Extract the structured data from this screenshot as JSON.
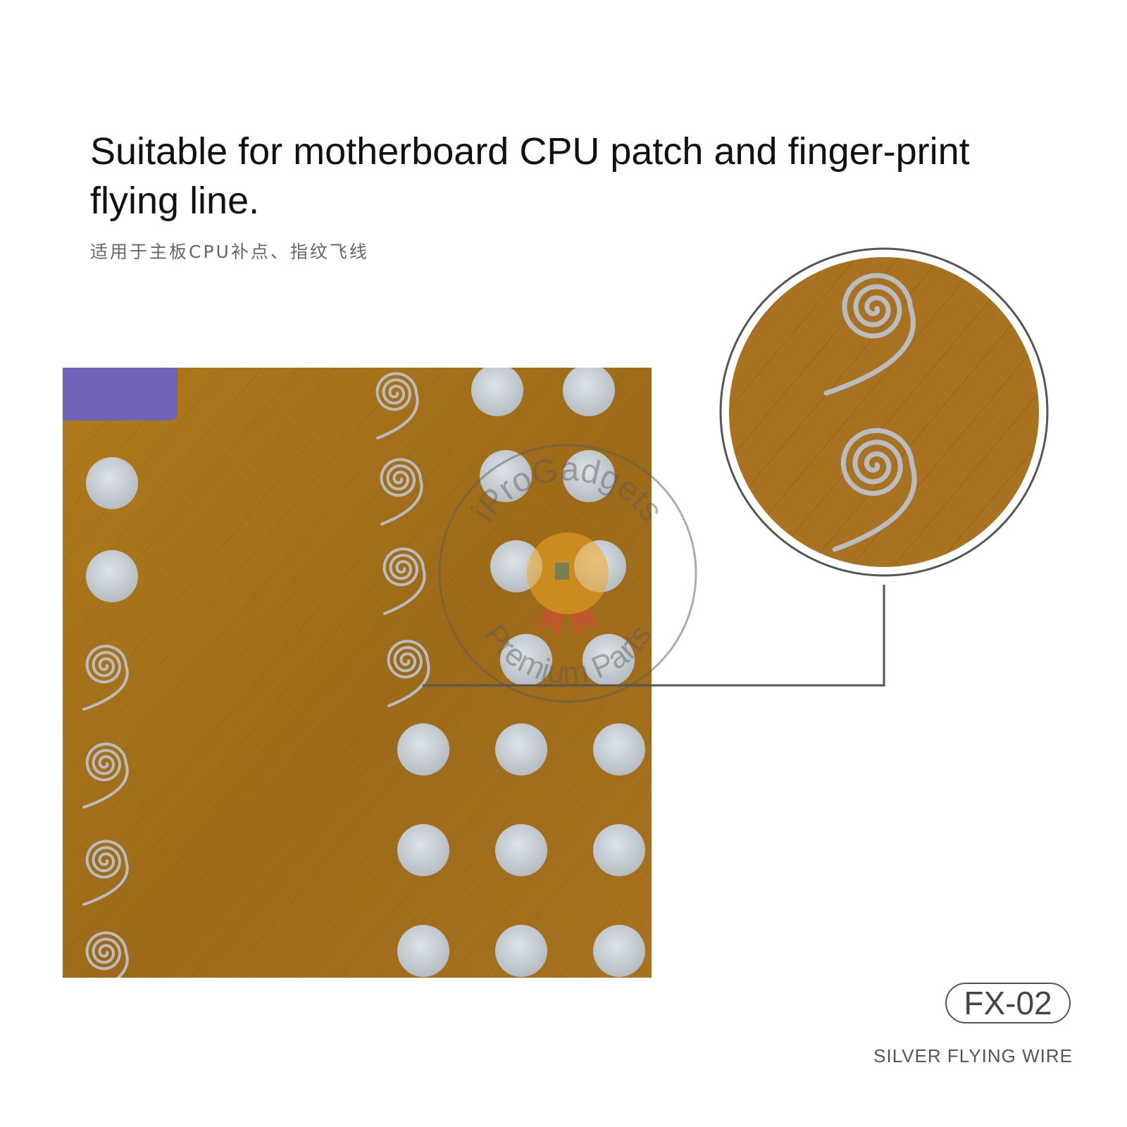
{
  "headline": "Suitable for motherboard CPU patch and finger-print flying line.",
  "subline": "适用于主板CPU补点、指纹飞线",
  "watermark": {
    "brand": "iProGadgets",
    "tagline": "Premium Parts"
  },
  "product": {
    "model": "FX-02",
    "caption": "SILVER FLYING WIRE"
  },
  "colors": {
    "board": "#a8731a",
    "pad": "#c9d0d5",
    "wire": "#b9bcc0",
    "corner_block": "#6e63b8",
    "line": "#555555"
  },
  "icons": [
    "spiral-wire-icon",
    "solder-pad-icon",
    "award-badge-icon"
  ]
}
